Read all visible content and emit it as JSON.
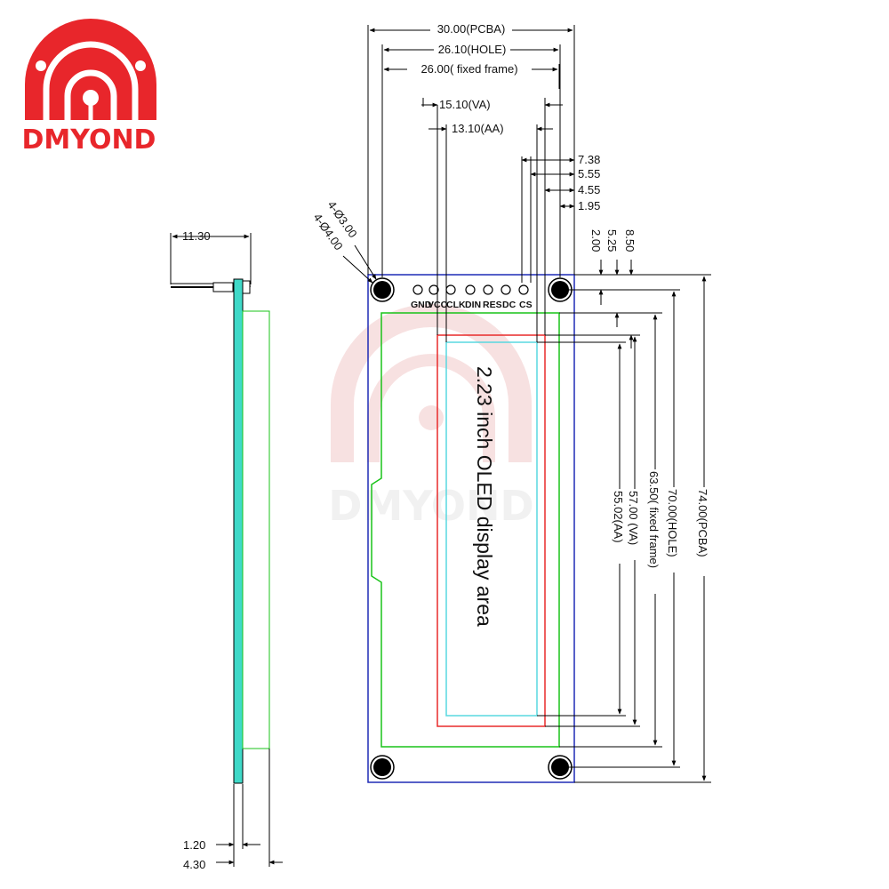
{
  "brand": {
    "name": "DMYOND",
    "color": "#e8262b",
    "watermark_color": "#f2c9c9"
  },
  "front_view": {
    "title": "2.23 inch OLED display area",
    "pins": [
      "GND",
      "VCC",
      "CLK",
      "DIN",
      "RES",
      "DC",
      "CS"
    ],
    "hole_labels": [
      "4-Ø3.00",
      "4-Ø4.00"
    ],
    "colors": {
      "pcb_outline": "#1f2bb5",
      "fixed_frame": "#19c319",
      "va_outline": "#e82a2a",
      "aa_outline": "#58d8e0"
    },
    "top_dimensions": [
      "30.00(PCBA)",
      "26.10(HOLE)",
      "26.00( fixed frame)",
      "15.10(VA)",
      "13.10(AA)"
    ],
    "right_offsets": [
      "7.38",
      "5.55",
      "4.55",
      "1.95"
    ],
    "vertical_offsets": [
      "2.00",
      "5.25",
      "8.50"
    ],
    "height_dimensions": [
      "74.00(PCBA)",
      "70.00(HOLE)",
      "63.50( fixed frame)",
      "57.00 (VA)",
      "55.02(AA)"
    ]
  },
  "side_view": {
    "colors": {
      "glass": "#3fd9c8",
      "frame": "#19c319"
    },
    "dimensions": [
      "11.30",
      "1.20",
      "4.30"
    ]
  }
}
